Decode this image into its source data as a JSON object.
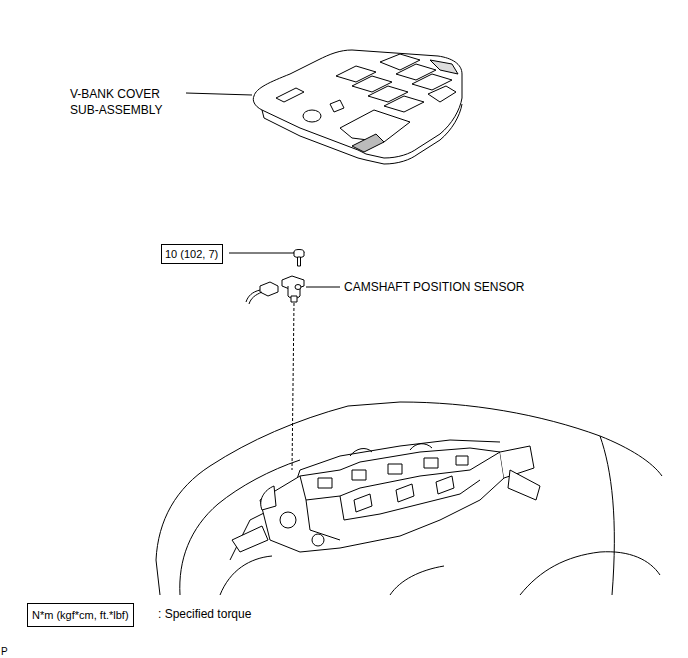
{
  "diagram": {
    "nodes": [
      {
        "text": [
          "10 (102, 7)"
        ]
      },
      {
        "text": [
          "N*m (kgf*cm, ft.*lbf)"
        ]
      }
    ],
    "labels": [
      "V-BANK COVER SUB-ASSEMBLY",
      "CAMSHAFT POSITION SENSOR",
      ": Specified torque",
      "P"
    ]
  }
}
